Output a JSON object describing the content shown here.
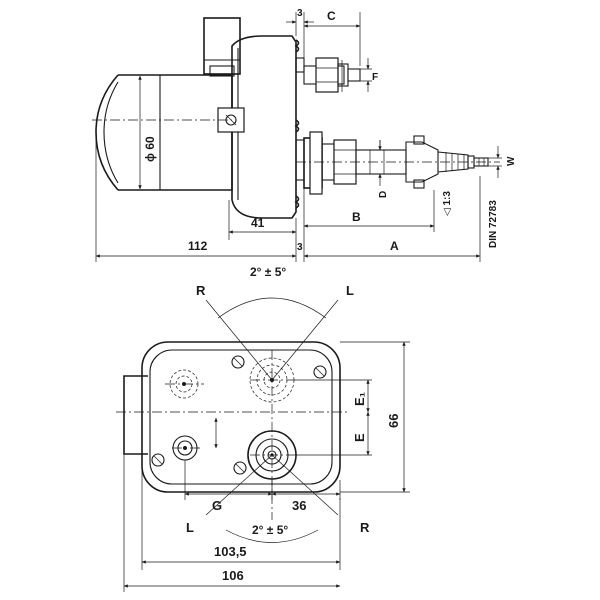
{
  "side_view": {
    "dim_112": "112",
    "dim_41": "41",
    "dim_3_bottom": "3",
    "dim_3_top": "3",
    "dim_A": "A",
    "dim_B": "B",
    "dim_C": "C",
    "dim_F": "F",
    "dim_D": "D",
    "dim_W": "W",
    "dia_60": "ϕ 60",
    "taper": "◁ 1:3",
    "din": "DIN 72783"
  },
  "front_view": {
    "angle_top": "2° ± 5°",
    "angle_bottom": "2° ± 5°",
    "R_top": "R",
    "L_top": "L",
    "L_bottom": "L",
    "R_bottom": "R",
    "E1": "E₁",
    "E": "E",
    "dim_66": "66",
    "G": "G",
    "dim_36": "36",
    "dim_103_5": "103,5",
    "dim_106": "106"
  }
}
